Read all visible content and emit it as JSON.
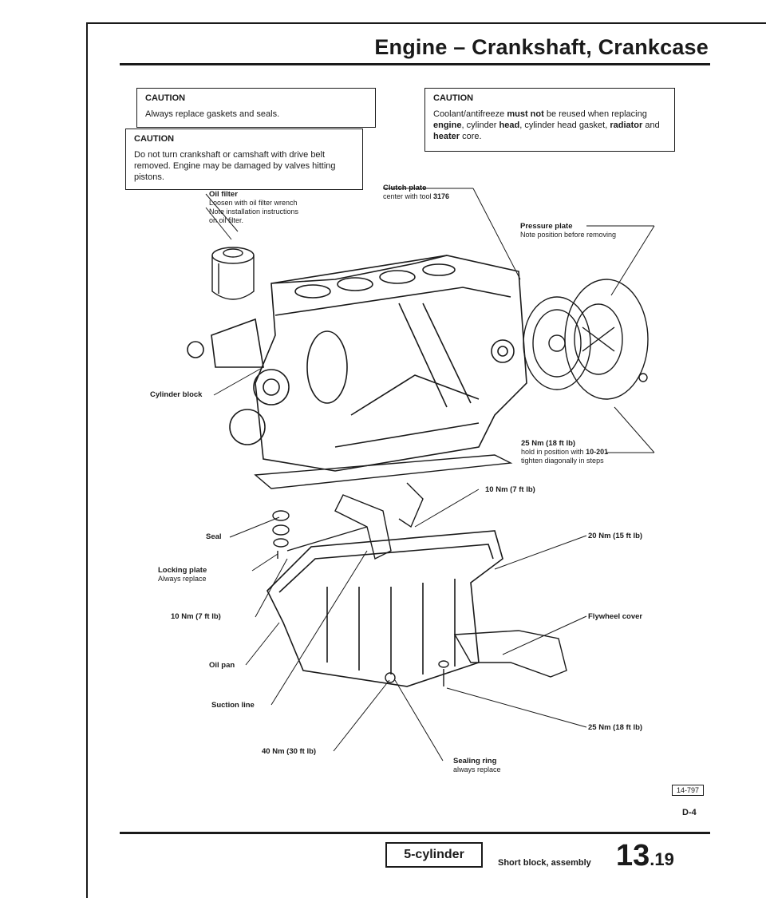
{
  "header": {
    "title": "Engine – Crankshaft, Crankcase"
  },
  "cautions": [
    {
      "heading": "CAUTION",
      "text": "Always replace gaskets and seals."
    },
    {
      "heading": "CAUTION",
      "text": "Do not turn crankshaft or camshaft with drive belt removed. Engine may be damaged by valves hitting pistons."
    },
    {
      "heading": "CAUTION",
      "text_parts": [
        "Coolant/antifreeze ",
        "must not",
        " be reused when replacing ",
        "engine",
        ", cylinder ",
        "head",
        ", cylinder head gasket, ",
        "radiator",
        " and ",
        "heater",
        " core."
      ]
    }
  ],
  "labels": {
    "oil_filter": {
      "name": "Oil filter",
      "lines": [
        "Loosen with oil filter wrench",
        "Note installation instructions",
        "on oil filter."
      ]
    },
    "clutch_plate": {
      "name": "Clutch plate",
      "pre": "center with tool ",
      "tool": "3176"
    },
    "pressure_plate": {
      "name": "Pressure plate",
      "note": "Note position before removing"
    },
    "cylinder_block": "Cylinder block",
    "torque_25a": {
      "value": "25 Nm (18 ft lb)",
      "pre": "hold in position with ",
      "tool": "10-201",
      "note": "tighten diagonally in steps"
    },
    "torque_10a": "10 Nm (7 ft lb)",
    "seal": "Seal",
    "torque_20": "20 Nm (15 ft lb)",
    "locking_plate": {
      "name": "Locking plate",
      "note": "Always replace"
    },
    "torque_10b": "10 Nm (7 ft lb)",
    "flywheel_cover": "Flywheel cover",
    "oil_pan": "Oil pan",
    "suction_line": "Suction line",
    "torque_25b": "25 Nm (18 ft lb)",
    "torque_40": "40 Nm (30 ft lb)",
    "sealing_ring": {
      "name": "Sealing ring",
      "note": "always replace"
    }
  },
  "figure_number": "14-797",
  "figure_code": "D-4",
  "footer": {
    "model_badge": "5-cylinder",
    "section": "Short block, assembly",
    "page_major": "13",
    "page_minor": ".19"
  },
  "colors": {
    "ink": "#1a1a1a",
    "paper": "#ffffff"
  }
}
